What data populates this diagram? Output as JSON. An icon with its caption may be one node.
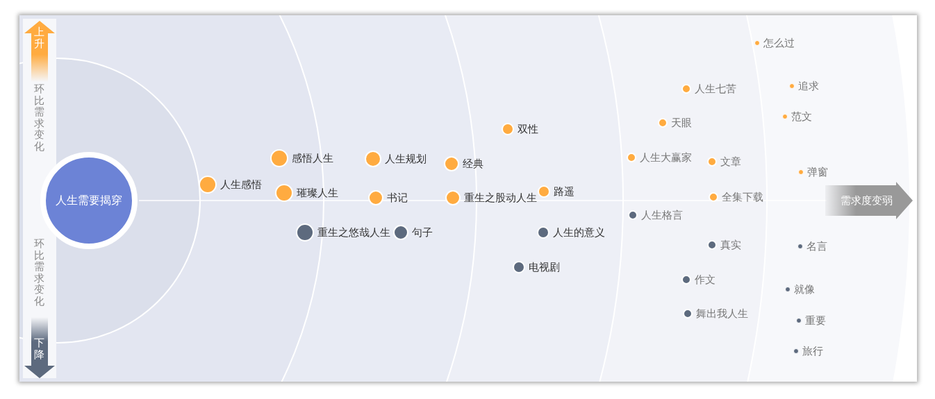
{
  "diagram": {
    "nodes": [
      {
        "text": [
          "人生需要揭穿"
        ]
      },
      {
        "text": [
          "人生感悟"
        ]
      },
      {
        "text": [
          "感悟人生"
        ]
      },
      {
        "text": [
          "璀璨人生"
        ]
      },
      {
        "text": [
          "重生之悠哉人生"
        ]
      },
      {
        "text": [
          "人生规划"
        ]
      },
      {
        "text": [
          "书记"
        ]
      },
      {
        "text": [
          "句子"
        ]
      },
      {
        "text": [
          "经典"
        ]
      },
      {
        "text": [
          "重生之股动人生"
        ]
      },
      {
        "text": [
          "双性"
        ]
      },
      {
        "text": [
          "路遥"
        ]
      },
      {
        "text": [
          "人生的意义"
        ]
      },
      {
        "text": [
          "电视剧"
        ]
      },
      {
        "text": [
          "人生七苦"
        ]
      },
      {
        "text": [
          "天眼"
        ]
      },
      {
        "text": [
          "人生大赢家"
        ]
      },
      {
        "text": [
          "文章"
        ]
      },
      {
        "text": [
          "全集下载"
        ]
      },
      {
        "text": [
          "人生格言"
        ]
      },
      {
        "text": [
          "真实"
        ]
      },
      {
        "text": [
          "作文"
        ]
      },
      {
        "text": [
          "舞出我人生"
        ]
      },
      {
        "text": [
          "怎么过"
        ]
      },
      {
        "text": [
          "追求"
        ]
      },
      {
        "text": [
          "范文"
        ]
      },
      {
        "text": [
          "弹窗"
        ]
      },
      {
        "text": [
          "名言"
        ]
      },
      {
        "text": [
          "就像"
        ]
      },
      {
        "text": [
          "重要"
        ]
      },
      {
        "text": [
          "旅行"
        ]
      }
    ],
    "labels": [
      "上升",
      "环比需求变化",
      "环比需求变化",
      "下降",
      "需求度变弱"
    ]
  }
}
